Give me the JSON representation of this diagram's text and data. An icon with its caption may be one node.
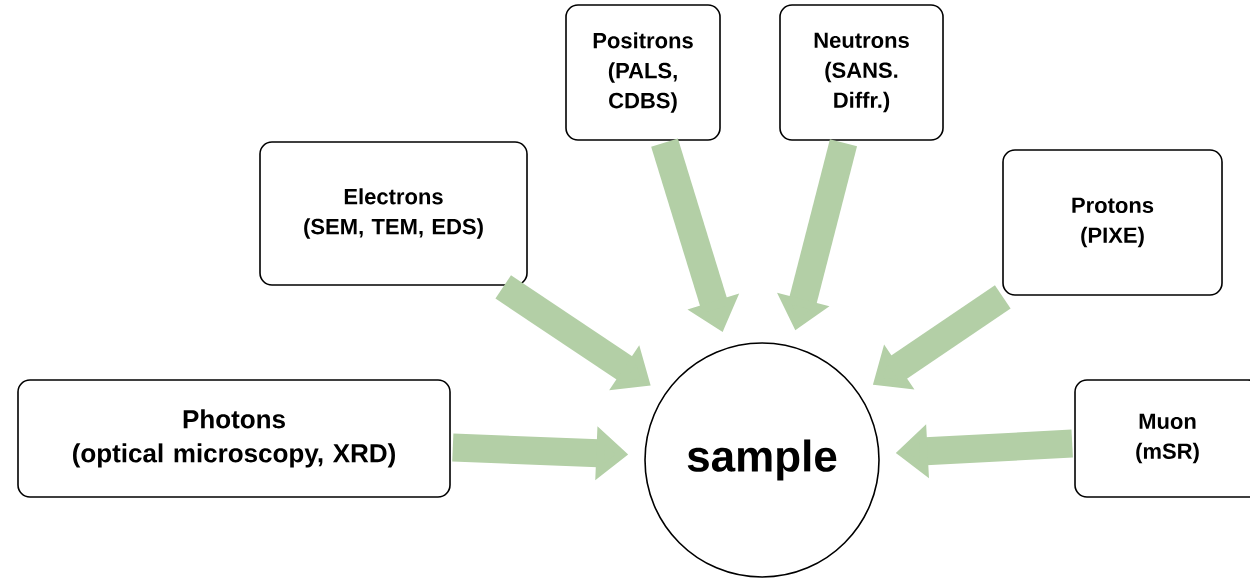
{
  "diagram": {
    "nodes": [
      {
        "text": [
          "Photons",
          "(optical microscopy, XRD)"
        ]
      },
      {
        "text": [
          "Electrons",
          "(SEM, TEM, EDS)"
        ]
      },
      {
        "text": [
          "Positrons",
          "(PALS, CDBS)"
        ]
      },
      {
        "text": [
          "Neutrons",
          "(SANS. Diffr.)"
        ]
      },
      {
        "text": [
          "Protons",
          "(PIXE)"
        ]
      },
      {
        "text": [
          "Muon",
          "(mSR)"
        ]
      },
      {
        "text": [
          "sample"
        ]
      }
    ],
    "edges": [
      {
        "from": 0,
        "to": 6,
        "arrow": "to"
      },
      {
        "from": 1,
        "to": 6,
        "arrow": "to"
      },
      {
        "from": 2,
        "to": 6,
        "arrow": "to"
      },
      {
        "from": 3,
        "to": 6,
        "arrow": "to"
      },
      {
        "from": 4,
        "to": 6,
        "arrow": "to"
      },
      {
        "from": 5,
        "to": 6,
        "arrow": "to"
      }
    ]
  }
}
